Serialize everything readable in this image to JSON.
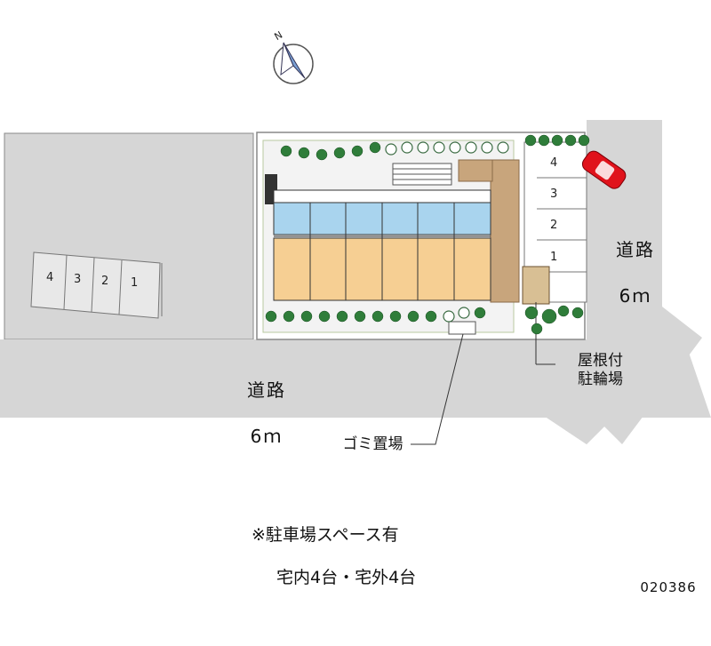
{
  "compass": {
    "north_label": "N"
  },
  "roads": {
    "bottom": {
      "name": "道路",
      "width": "6ｍ"
    },
    "right": {
      "name": "道路",
      "width": "6ｍ"
    }
  },
  "parking_left": {
    "space_numbers": [
      "4",
      "3",
      "2",
      "1"
    ]
  },
  "parking_right": {
    "space_numbers": [
      "4",
      "3",
      "2",
      "1"
    ]
  },
  "labels": {
    "bike_parking": "屋根付\n駐輪場",
    "garbage": "ゴミ置場"
  },
  "note": {
    "line1": "※駐車場スペース有",
    "line2": "宅内4台・宅外4台"
  },
  "property_code": "020386",
  "colors": {
    "road": "#d6d6d6",
    "unit_blue": "#a9d4ee",
    "unit_orange": "#f6cf93",
    "brick": "#c8a57c",
    "tree": "#2f7d3a",
    "car": "#e0121b"
  }
}
